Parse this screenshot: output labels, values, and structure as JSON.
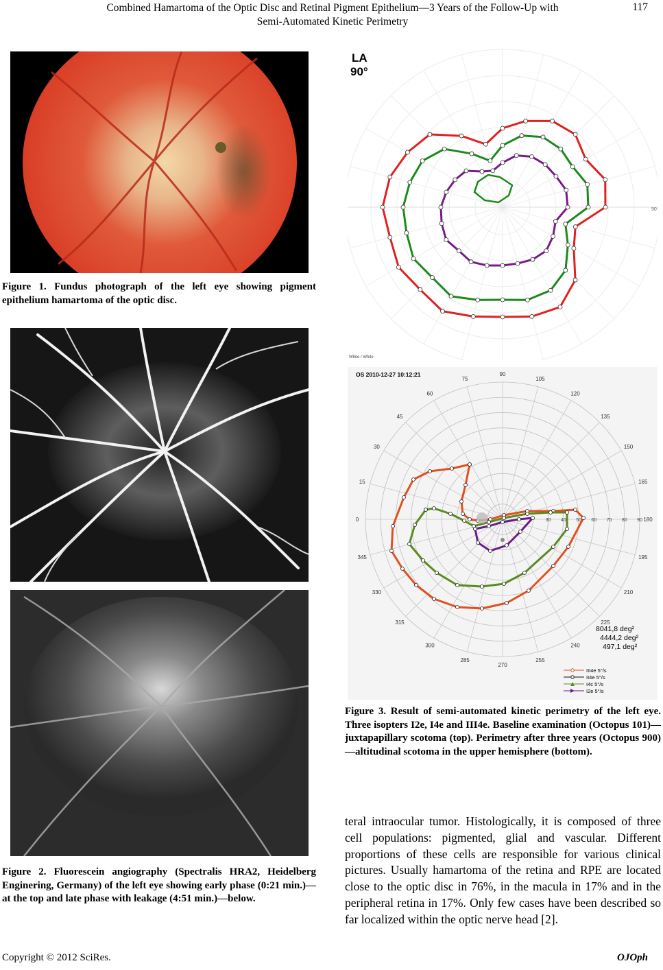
{
  "header": {
    "title_line1": "Combined Hamartoma of the Optic Disc and Retinal Pigment Epithelium—3 Years of the Follow-Up with",
    "title_line2": "Semi-Automated Kinetic Perimetry",
    "page_number": "117"
  },
  "figure1": {
    "caption": "Figure 1. Fundus photograph of the left eye showing pigment epithelium hamartoma of the optic disc."
  },
  "figure2": {
    "caption": "Figure 2. Fluorescein angiography (Spectralis HRA2, Heidelberg Enginering, Germany) of the left eye showing early phase (0:21 min.)—at the top and late phase with leakage (4:51 min.)—below."
  },
  "figure3": {
    "top": {
      "eye_label": "LA",
      "field_label": "90°",
      "right_label": "90°",
      "stimulus_label": "White / White"
    },
    "bottom": {
      "header": "OS 2010-12-27 10:12:21",
      "angle_labels": [
        "90",
        "75",
        "60",
        "45",
        "30",
        "15",
        "0",
        "345",
        "330",
        "315",
        "300",
        "285",
        "270",
        "255",
        "240",
        "225",
        "210",
        "195",
        "180",
        "165",
        "150",
        "135",
        "120",
        "105"
      ],
      "ecc_labels": [
        "30",
        "40",
        "50",
        "60",
        "70",
        "80",
        "90"
      ],
      "areas": [
        "8041,8 deg²",
        "4444,2 deg²",
        "497,1 deg²"
      ],
      "legend": [
        "III4e 5°/s",
        "II4e 5°/s",
        "I4c 5°/s",
        "I2e 5°/s"
      ]
    },
    "caption": "Figure 3. Result of semi-automated kinetic perimetry of the left eye. Three isopters I2e, I4e and III4e. Baseline examination (Octopus 101)—juxtapapillary scotoma (top). Perimetry after three years (Octopus 900)—altitudinal scotoma in the upper hemisphere (bottom)."
  },
  "body_text": "teral intraocular tumor. Histologically, it is composed of three cell populations: pigmented, glial and vascular. Different proportions of these cells are responsible for various clinical pictures. Usually hamartoma of the retina and RPE are located close to the optic disc in 76%, in the macula in 17% and in the peripheral retina in 17%. Only few cases have been described so far localized within the optic nerve head [2].",
  "footer": {
    "copyright": "Copyright © 2012 SciRes.",
    "journal": "OJOph"
  }
}
